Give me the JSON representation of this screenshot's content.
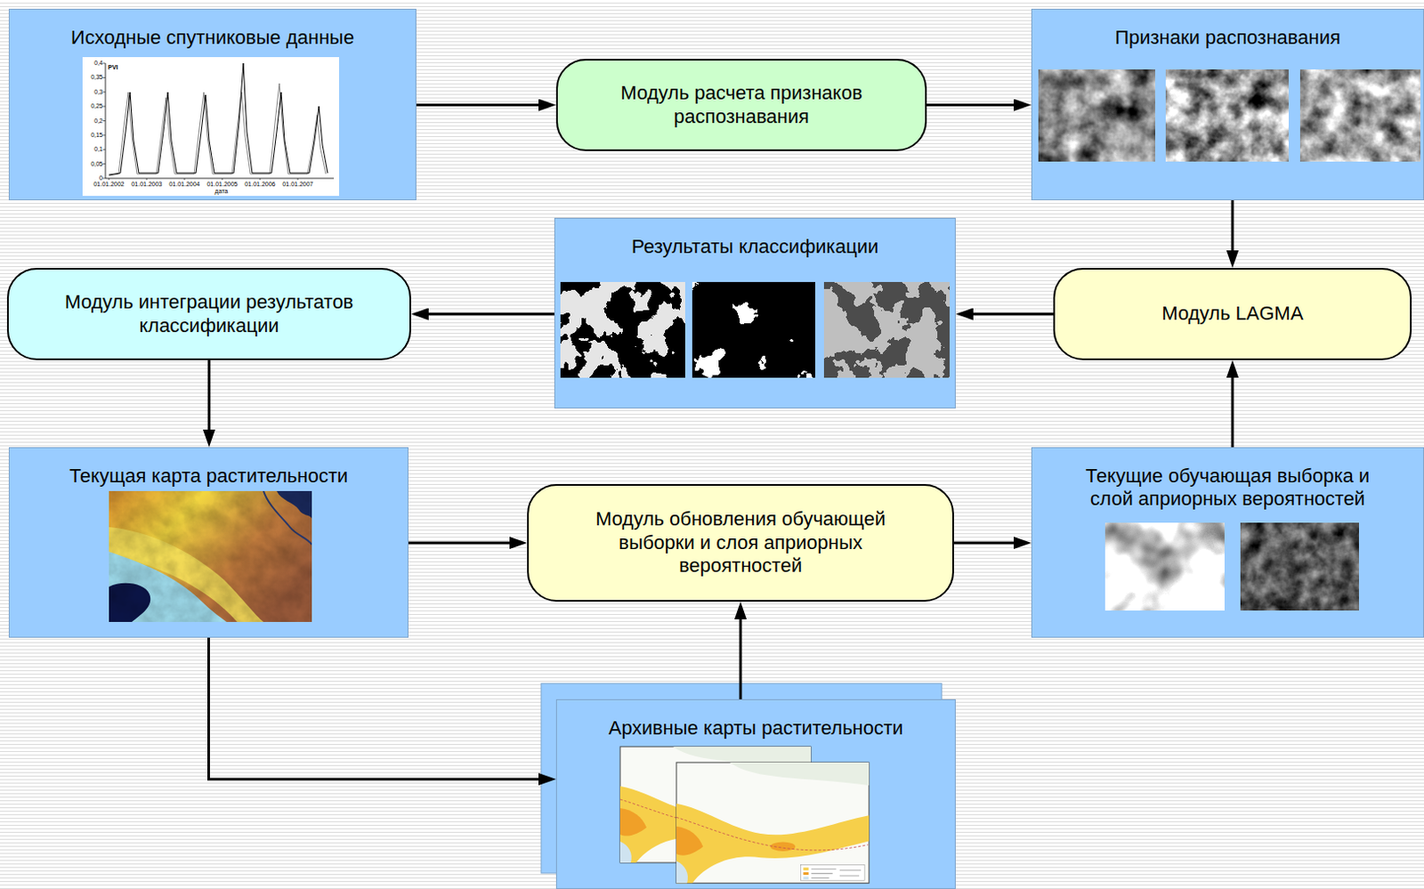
{
  "diagram": {
    "nodes": [
      {
        "text": [
          "Исходные спутниковые данные"
        ]
      },
      {
        "text": [
          "Модуль расчета признаков распознавания"
        ]
      },
      {
        "text": [
          "Признаки распознавания"
        ]
      },
      {
        "text": [
          "Модуль интеграции результатов классификации"
        ]
      },
      {
        "text": [
          "Результаты классификации"
        ]
      },
      {
        "text": [
          "Модуль LAGMA"
        ]
      },
      {
        "text": [
          "Текущая карта растительности"
        ]
      },
      {
        "text": [
          "Модуль обновления обучающей выборки и слоя априорных вероятностей"
        ]
      },
      {
        "text": [
          "Текущие обучающая выборка и слой априорных вероятностей"
        ]
      },
      {
        "text": [
          "Архивные карты растительности"
        ]
      }
    ],
    "edges": [
      {
        "from": 0,
        "to": 1,
        "arrow": "to"
      },
      {
        "from": 1,
        "to": 2,
        "arrow": "to"
      },
      {
        "from": 2,
        "to": 5,
        "arrow": "to"
      },
      {
        "from": 5,
        "to": 4,
        "arrow": "to"
      },
      {
        "from": 4,
        "to": 3,
        "arrow": "to"
      },
      {
        "from": 3,
        "to": 6,
        "arrow": "to"
      },
      {
        "from": 6,
        "to": 7,
        "arrow": "to"
      },
      {
        "from": 7,
        "to": 8,
        "arrow": "to"
      },
      {
        "from": 8,
        "to": 5,
        "arrow": "to"
      },
      {
        "from": 9,
        "to": 7,
        "arrow": "to"
      },
      {
        "from": 6,
        "to": 9,
        "arrow": "to"
      }
    ],
    "labels": [
      "PVI",
      "0,4",
      "0,35",
      "0,3",
      "0,25",
      "0,2",
      "0,15",
      "0,1",
      "0,05",
      "0",
      "01.01.2002",
      "01.01.2003",
      "01.01.2004",
      "01.01.2005",
      "01.01.2006",
      "01.01.2007",
      "дата"
    ]
  }
}
